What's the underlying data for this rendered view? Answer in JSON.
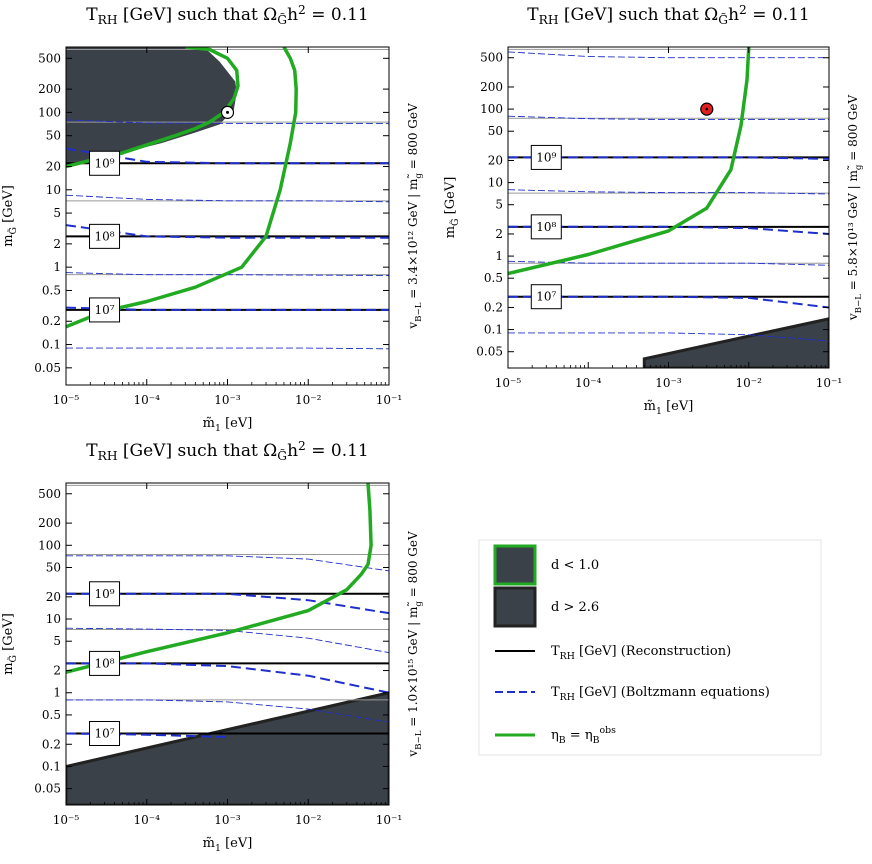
{
  "chart_data": [
    {
      "type": "line",
      "title": "T_RH [GeV] such that Ω_G̃ h² = 0.11",
      "xlabel": "m̃₁ [eV]",
      "ylabel": "m_G̃ [GeV]",
      "side_label": "v_{B−L} = 3.4×10¹² GeV  |  m_g̃ = 800 GeV",
      "xscale": "log",
      "yscale": "log",
      "xlim": [
        1e-05,
        0.1
      ],
      "ylim": [
        0.03,
        700
      ],
      "x_ticks": [
        1e-05,
        0.0001,
        0.001,
        0.01,
        0.1
      ],
      "x_tick_labels": [
        "10⁻⁵",
        "10⁻⁴",
        "10⁻³",
        "10⁻²",
        "10⁻¹"
      ],
      "y_ticks": [
        0.05,
        0.1,
        0.2,
        0.5,
        1,
        2,
        5,
        10,
        20,
        50,
        100,
        200,
        500
      ],
      "y_tick_labels": [
        "0.05",
        "0.1",
        "0.2",
        "0.5",
        "1",
        "2",
        "5",
        "10",
        "20",
        "50",
        "100",
        "200",
        "500"
      ],
      "trh_labels": [
        {
          "text": "10⁹",
          "y": 22
        },
        {
          "text": "10⁸",
          "y": 2.5
        },
        {
          "text": "10⁷",
          "y": 0.28
        }
      ],
      "reconstruction_levels": [
        22,
        2.5,
        0.28
      ],
      "boltzmann_levels": [
        {
          "x": [
            1e-05,
            0.0001,
            0.001,
            0.01,
            0.1
          ],
          "y": [
            34,
            23,
            22,
            22,
            22
          ]
        },
        {
          "x": [
            1e-05,
            0.0001,
            0.001,
            0.01,
            0.1
          ],
          "y": [
            3.5,
            2.5,
            2.4,
            2.4,
            2.4
          ]
        },
        {
          "x": [
            1e-05,
            0.0001,
            0.001,
            0.01,
            0.1
          ],
          "y": [
            0.3,
            0.28,
            0.28,
            0.28,
            0.28
          ]
        }
      ],
      "thin_levels": [
        {
          "x": [
            1e-05,
            0.0001,
            0.001,
            0.01,
            0.1
          ],
          "y": [
            80,
            73,
            72,
            72,
            72
          ]
        },
        {
          "x": [
            1e-05,
            0.0001,
            0.001,
            0.01,
            0.1
          ],
          "y": [
            8.5,
            7.5,
            7.2,
            7.2,
            7.0
          ]
        },
        {
          "x": [
            1e-05,
            0.0001,
            0.001,
            0.01,
            0.1
          ],
          "y": [
            0.85,
            0.8,
            0.8,
            0.79,
            0.78
          ]
        },
        {
          "x": [
            1e-05,
            0.0001,
            0.001,
            0.01,
            0.1
          ],
          "y": [
            0.09,
            0.09,
            0.09,
            0.09,
            0.088
          ]
        }
      ],
      "grey_levels": [
        650,
        75,
        7.2,
        0.8
      ],
      "shaded_regions": [
        {
          "label": "d < 1.0",
          "x": [
            1e-05,
            0.00055,
            0.00055,
            0.0006,
            0.0008,
            0.00125,
            0.0013,
            0.0012,
            0.0008,
            0.0004,
            0.00015,
            5e-05,
            2e-05,
            1e-05
          ],
          "y": [
            700,
            700,
            650,
            600,
            450,
            250,
            180,
            110,
            70,
            55,
            40,
            30,
            24,
            20
          ]
        }
      ],
      "green_curves": [
        {
          "name": "η_B = η_B^obs",
          "x": [
            1e-05,
            3e-05,
            0.0001,
            0.0004,
            0.0015,
            0.003,
            0.0045,
            0.006,
            0.007,
            0.0071,
            0.0068,
            0.006,
            0.005
          ],
          "y": [
            0.17,
            0.27,
            0.36,
            0.55,
            1,
            2.5,
            10,
            40,
            100,
            200,
            350,
            500,
            700
          ]
        },
        {
          "name": "η_B = η_B^obs",
          "x": [
            1e-05,
            2e-05,
            5e-05,
            0.0001,
            0.00025,
            0.0004,
            0.0006,
            0.0009,
            0.0012,
            0.00135,
            0.0013,
            0.001,
            0.0006,
            0.0003
          ],
          "y": [
            20,
            24,
            30,
            38,
            52,
            62,
            75,
            100,
            150,
            220,
            350,
            500,
            650,
            700
          ]
        }
      ],
      "markers": [
        {
          "x": 0.001,
          "y": 100,
          "style": "circle-dot"
        }
      ]
    },
    {
      "type": "line",
      "title": "T_RH [GeV] such that Ω_G̃ h² = 0.11",
      "xlabel": "m̃₁ [eV]",
      "ylabel": "m_G̃ [GeV]",
      "side_label": "v_{B−L} = 5.8×10¹³ GeV  |  m_g̃ = 800 GeV",
      "xscale": "log",
      "yscale": "log",
      "xlim": [
        1e-05,
        0.1
      ],
      "ylim": [
        0.03,
        700
      ],
      "x_ticks": [
        1e-05,
        0.0001,
        0.001,
        0.01,
        0.1
      ],
      "x_tick_labels": [
        "10⁻⁵",
        "10⁻⁴",
        "10⁻³",
        "10⁻²",
        "10⁻¹"
      ],
      "y_ticks": [
        0.05,
        0.1,
        0.2,
        0.5,
        1,
        2,
        5,
        10,
        20,
        50,
        100,
        200,
        500
      ],
      "y_tick_labels": [
        "0.05",
        "0.1",
        "0.2",
        "0.5",
        "1",
        "2",
        "5",
        "10",
        "20",
        "50",
        "100",
        "200",
        "500"
      ],
      "trh_labels": [
        {
          "text": "10⁹",
          "y": 22
        },
        {
          "text": "10⁸",
          "y": 2.5
        },
        {
          "text": "10⁷",
          "y": 0.28
        }
      ],
      "reconstruction_levels": [
        22,
        2.5,
        0.28
      ],
      "boltzmann_levels": [
        {
          "x": [
            1e-05,
            0.0001,
            0.001,
            0.01,
            0.1
          ],
          "y": [
            22,
            22,
            22,
            22,
            21
          ]
        },
        {
          "x": [
            1e-05,
            0.0001,
            0.001,
            0.01,
            0.1
          ],
          "y": [
            2.5,
            2.5,
            2.5,
            2.4,
            2.0
          ]
        },
        {
          "x": [
            1e-05,
            0.0001,
            0.001,
            0.01,
            0.1
          ],
          "y": [
            0.28,
            0.28,
            0.28,
            0.27,
            0.2
          ]
        }
      ],
      "thin_levels": [
        {
          "x": [
            1e-05,
            0.0001,
            0.001,
            0.01,
            0.1
          ],
          "y": [
            600,
            520,
            500,
            500,
            500
          ]
        },
        {
          "x": [
            1e-05,
            0.0001,
            0.001,
            0.01,
            0.1
          ],
          "y": [
            80,
            74,
            72,
            72,
            72
          ]
        },
        {
          "x": [
            1e-05,
            0.0001,
            0.001,
            0.01,
            0.1
          ],
          "y": [
            8,
            7.5,
            7.3,
            7.3,
            7.0
          ]
        },
        {
          "x": [
            1e-05,
            0.0001,
            0.001,
            0.01,
            0.1
          ],
          "y": [
            0.85,
            0.8,
            0.8,
            0.8,
            0.75
          ]
        },
        {
          "x": [
            1e-05,
            0.0001,
            0.001,
            0.01,
            0.1
          ],
          "y": [
            0.09,
            0.09,
            0.09,
            0.085,
            0.07
          ]
        }
      ],
      "grey_levels": [
        650,
        75,
        7.2,
        0.8
      ],
      "shaded_regions": [
        {
          "label": "d > 2.6",
          "x": [
            0.0005,
            0.1,
            0.1,
            0.0005
          ],
          "y": [
            0.04,
            0.14,
            0.03,
            0.03
          ]
        }
      ],
      "green_curves": [
        {
          "name": "η_B = η_B^obs",
          "x": [
            1e-05,
            0.0001,
            0.001,
            0.003,
            0.006,
            0.008,
            0.0095,
            0.01
          ],
          "y": [
            0.58,
            1.05,
            2.2,
            4.5,
            15,
            60,
            250,
            700
          ]
        }
      ],
      "markers": [
        {
          "x": 0.003,
          "y": 100,
          "style": "red-dot"
        }
      ]
    },
    {
      "type": "line",
      "title": "T_RH [GeV] such that Ω_G̃ h² = 0.11",
      "xlabel": "m̃₁ [eV]",
      "ylabel": "m_G̃ [GeV]",
      "side_label": "v_{B−L} = 1.0×10¹⁵ GeV  |  m_g̃ = 800 GeV",
      "xscale": "log",
      "yscale": "log",
      "xlim": [
        1e-05,
        0.1
      ],
      "ylim": [
        0.03,
        700
      ],
      "x_ticks": [
        1e-05,
        0.0001,
        0.001,
        0.01,
        0.1
      ],
      "x_tick_labels": [
        "10⁻⁵",
        "10⁻⁴",
        "10⁻³",
        "10⁻²",
        "10⁻¹"
      ],
      "y_ticks": [
        0.05,
        0.1,
        0.2,
        0.5,
        1,
        2,
        5,
        10,
        20,
        50,
        100,
        200,
        500
      ],
      "y_tick_labels": [
        "0.05",
        "0.1",
        "0.2",
        "0.5",
        "1",
        "2",
        "5",
        "10",
        "20",
        "50",
        "100",
        "200",
        "500"
      ],
      "trh_labels": [
        {
          "text": "10⁹",
          "y": 22
        },
        {
          "text": "10⁸",
          "y": 2.5
        },
        {
          "text": "10⁷",
          "y": 0.28
        }
      ],
      "reconstruction_levels": [
        22,
        2.5,
        0.28
      ],
      "boltzmann_levels": [
        {
          "x": [
            1e-05,
            0.0001,
            0.001,
            0.01,
            0.1
          ],
          "y": [
            22,
            22,
            22,
            18,
            12
          ]
        },
        {
          "x": [
            1e-05,
            0.0001,
            0.001,
            0.01,
            0.1
          ],
          "y": [
            2.5,
            2.5,
            2.3,
            1.7,
            1.0
          ]
        },
        {
          "x": [
            1e-05,
            0.0001,
            0.001
          ],
          "y": [
            0.28,
            0.27,
            0.25
          ]
        }
      ],
      "thin_levels": [
        {
          "x": [
            1e-05,
            0.0001,
            0.001,
            0.01,
            0.1
          ],
          "y": [
            72,
            72,
            72,
            65,
            45
          ]
        },
        {
          "x": [
            1e-05,
            0.0001,
            0.001,
            0.01,
            0.1
          ],
          "y": [
            7.5,
            7.3,
            7,
            5.5,
            3.5
          ]
        },
        {
          "x": [
            1e-05,
            0.0001,
            0.001,
            0.01,
            0.1
          ],
          "y": [
            0.8,
            0.8,
            0.75,
            0.6,
            0.4
          ]
        }
      ],
      "grey_levels": [
        650,
        75,
        7.2,
        0.8
      ],
      "shaded_regions": [
        {
          "label": "d > 2.6",
          "x": [
            1e-05,
            0.1,
            0.1,
            1e-05
          ],
          "y": [
            0.1,
            1.0,
            0.03,
            0.03
          ]
        }
      ],
      "green_curves": [
        {
          "name": "η_B = η_B^obs",
          "x": [
            1e-05,
            0.0001,
            0.001,
            0.01,
            0.03,
            0.045,
            0.055,
            0.06,
            0.058,
            0.055
          ],
          "y": [
            1.9,
            3.6,
            6.5,
            13,
            25,
            40,
            55,
            100,
            300,
            700
          ]
        }
      ],
      "markers": []
    }
  ],
  "legend": {
    "items": [
      {
        "label": "d < 1.0",
        "kind": "box-green"
      },
      {
        "label": "d > 2.6",
        "kind": "box-dark"
      },
      {
        "label": "T_RH [GeV] (Reconstruction)",
        "kind": "line-black"
      },
      {
        "label": "T_RH [GeV] (Boltzmann equations)",
        "kind": "line-blue-dashed"
      },
      {
        "label": "η_B = η_B^obs",
        "kind": "line-green"
      }
    ]
  },
  "colors": {
    "region": "#3b4148",
    "green": "#22aa22",
    "blue": "#1f2fcc",
    "black": "#000000",
    "grey": "#999999",
    "red": "#e02020"
  }
}
